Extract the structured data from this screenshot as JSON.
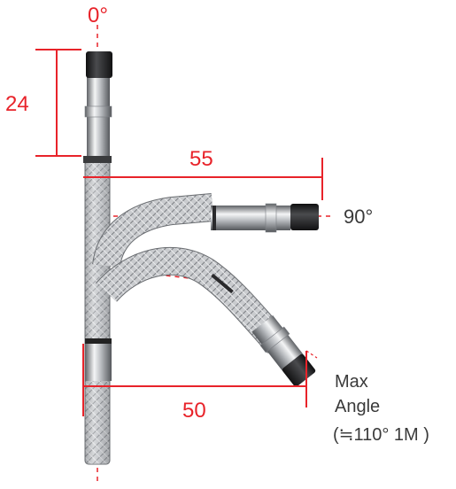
{
  "labels": {
    "angle_top": "0°",
    "angle_right": "90°",
    "dim_vertical": "24",
    "dim_horizontal_top": "55",
    "dim_horizontal_bottom": "50",
    "max_angle_line1": "Max",
    "max_angle_line2": "Angle",
    "max_angle_line3": "(≒110° 1M )"
  },
  "colors": {
    "dimension": "#e8232a",
    "text": "#3a3a3a",
    "metal_dark": "#6f7276",
    "metal_light": "#f2f3f4",
    "cap": "#1c1c1e"
  }
}
